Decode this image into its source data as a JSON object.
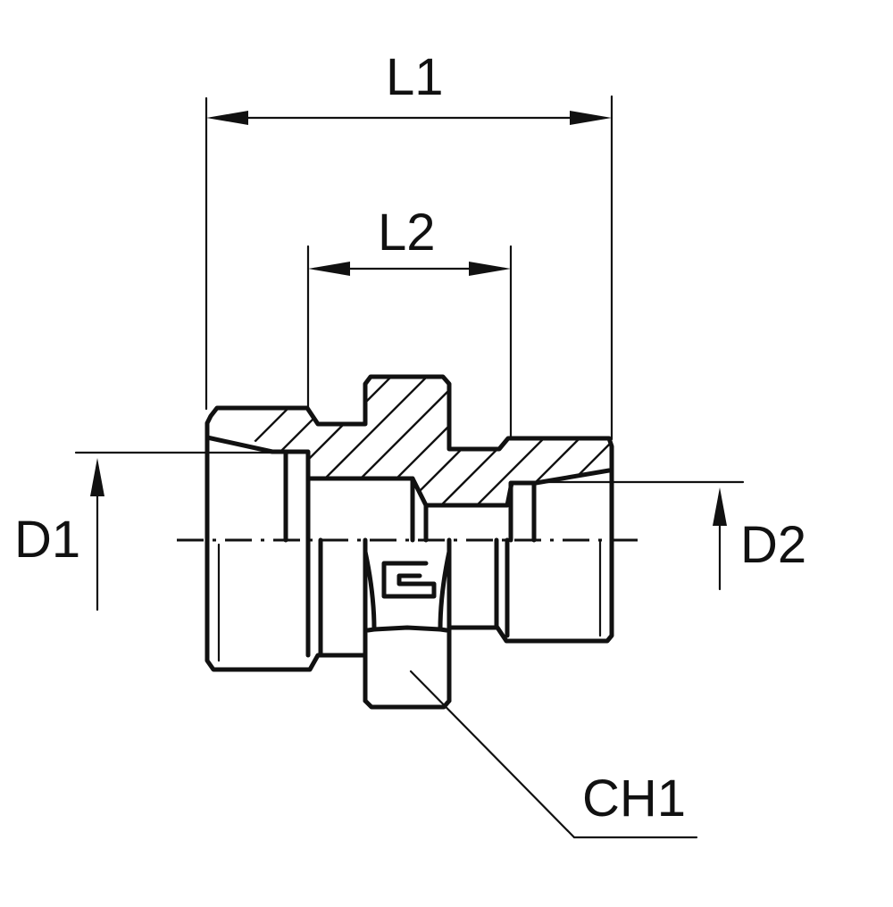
{
  "labels": {
    "l1": "L1",
    "l2": "L2",
    "d1": "D1",
    "d2": "D2",
    "ch1": "CH1"
  }
}
